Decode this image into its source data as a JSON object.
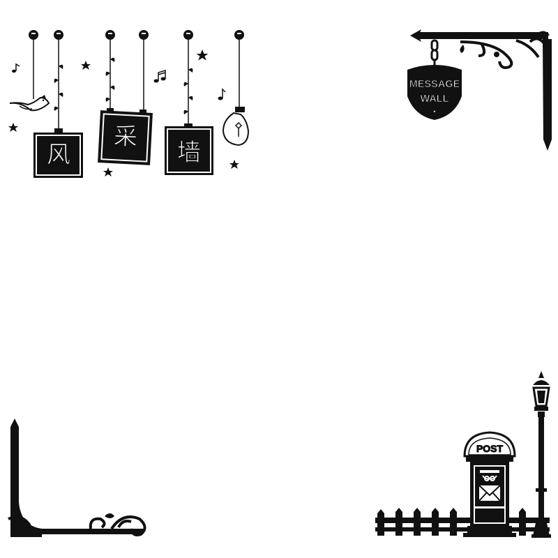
{
  "colors": {
    "ink": "#111111",
    "paper": "#ffffff"
  },
  "hanging_frames": {
    "chars": [
      "风",
      "采",
      "墙"
    ]
  },
  "message_sign": {
    "line1": "MESSAGE",
    "line2": "WALL",
    "star": "★"
  },
  "postbox": {
    "label": "POST"
  },
  "decorations": {
    "icons": [
      "pin-icon",
      "bird-icon",
      "music-note-icon",
      "star-icon",
      "jar-icon",
      "lantern-icon",
      "fence-icon",
      "envelope-icon"
    ]
  }
}
